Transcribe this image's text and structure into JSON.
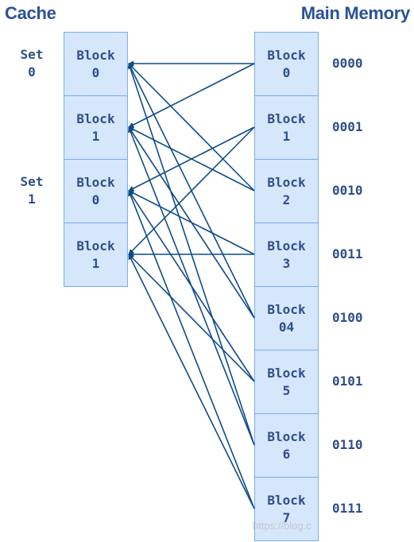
{
  "headings": {
    "cache": "Cache",
    "main_memory": "Main Memory"
  },
  "cache": {
    "sets": [
      {
        "label_line1": "Set",
        "label_line2": "0"
      },
      {
        "label_line1": "Set",
        "label_line2": "1"
      }
    ],
    "blocks": [
      {
        "label_line1": "Block",
        "label_line2": "0"
      },
      {
        "label_line1": "Block",
        "label_line2": "1"
      },
      {
        "label_line1": "Block",
        "label_line2": "0"
      },
      {
        "label_line1": "Block",
        "label_line2": "1"
      }
    ]
  },
  "memory": {
    "blocks": [
      {
        "label_line1": "Block",
        "label_line2": "0",
        "address": "0000"
      },
      {
        "label_line1": "Block",
        "label_line2": "1",
        "address": "0001"
      },
      {
        "label_line1": "Block",
        "label_line2": "2",
        "address": "0010"
      },
      {
        "label_line1": "Block",
        "label_line2": "3",
        "address": "0011"
      },
      {
        "label_line1": "Block",
        "label_line2": "04",
        "address": "0100"
      },
      {
        "label_line1": "Block",
        "label_line2": "5",
        "address": "0101"
      },
      {
        "label_line1": "Block",
        "label_line2": "6",
        "address": "0110"
      },
      {
        "label_line1": "Block",
        "label_line2": "7",
        "address": "0111"
      }
    ]
  },
  "mappings": [
    {
      "memory_block": 0,
      "cache_blocks": [
        0,
        1
      ]
    },
    {
      "memory_block": 1,
      "cache_blocks": [
        2,
        3
      ]
    },
    {
      "memory_block": 2,
      "cache_blocks": [
        0,
        1
      ]
    },
    {
      "memory_block": 3,
      "cache_blocks": [
        2,
        3
      ]
    },
    {
      "memory_block": 4,
      "cache_blocks": [
        0,
        1
      ]
    },
    {
      "memory_block": 5,
      "cache_blocks": [
        2,
        3
      ]
    },
    {
      "memory_block": 6,
      "cache_blocks": [
        0,
        1
      ]
    },
    {
      "memory_block": 7,
      "cache_blocks": [
        2,
        3
      ]
    }
  ],
  "colors": {
    "arrow": "#0f4c8a",
    "block_fill": "#d6e6fb",
    "block_border": "#7aacf0",
    "text": "#2e4f8a",
    "heading": "#2a5298"
  },
  "watermark": "https://blog.c"
}
